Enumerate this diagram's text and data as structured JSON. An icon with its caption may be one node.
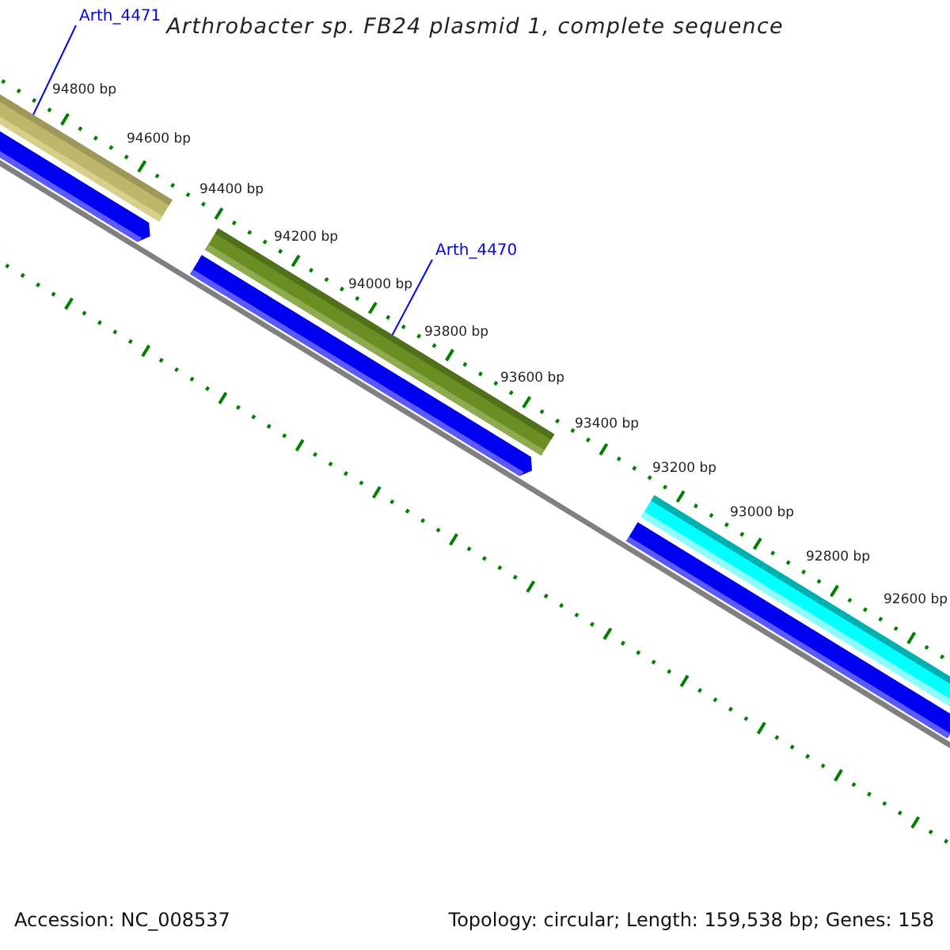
{
  "diagram": {
    "title": "Arthrobacter sp. FB24 plasmid 1, complete sequence",
    "nodes": [
      {
        "text": [
          "Arth_4471"
        ]
      },
      {
        "text": [],
        "shape": "bar"
      },
      {
        "text": [],
        "shape": "bar"
      },
      {
        "text": [
          "Arth_4470"
        ]
      },
      {
        "text": [],
        "shape": "bar"
      },
      {
        "text": [],
        "shape": "bar"
      },
      {
        "text": [],
        "shape": "bar"
      },
      {
        "text": [],
        "shape": "bar"
      }
    ],
    "edges": [
      {
        "from": 0,
        "to": 1,
        "arrow": "none"
      },
      {
        "from": 3,
        "to": 4,
        "arrow": "none"
      }
    ],
    "labels": [
      "94800 bp",
      "94600 bp",
      "94400 bp",
      "94200 bp",
      "94000 bp",
      "93800 bp",
      "93600 bp",
      "93400 bp",
      "93200 bp",
      "93000 bp",
      "92800 bp",
      "92600 bp",
      "Accession: NC_008537",
      "Topology: circular; Length: 159,538 bp; Genes: 158"
    ]
  }
}
